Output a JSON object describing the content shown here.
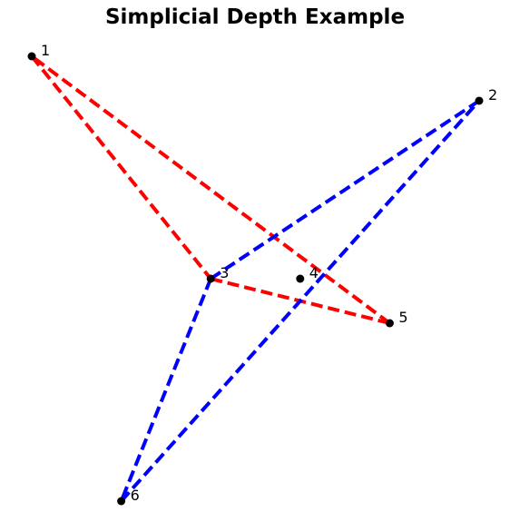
{
  "title": "Simplicial Depth Example",
  "colors": {
    "triangle_a": "#ff0000",
    "triangle_b": "#0000ff",
    "point": "#000000"
  },
  "points": [
    {
      "id": "p1",
      "label": "1",
      "x": 0,
      "y": 10
    },
    {
      "id": "p2",
      "label": "2",
      "x": 10,
      "y": 9
    },
    {
      "id": "p3",
      "label": "3",
      "x": 4,
      "y": 5
    },
    {
      "id": "p4",
      "label": "4",
      "x": 6,
      "y": 5
    },
    {
      "id": "p5",
      "label": "5",
      "x": 8,
      "y": 4
    },
    {
      "id": "p6",
      "label": "6",
      "x": 2,
      "y": 0
    }
  ],
  "triangles": [
    {
      "name": "red",
      "color_key": "triangle_a",
      "vertices": [
        "p1",
        "p3",
        "p5"
      ],
      "style": "dashed"
    },
    {
      "name": "blue",
      "color_key": "triangle_b",
      "vertices": [
        "p2",
        "p3",
        "p6"
      ],
      "style": "dashed"
    }
  ]
}
